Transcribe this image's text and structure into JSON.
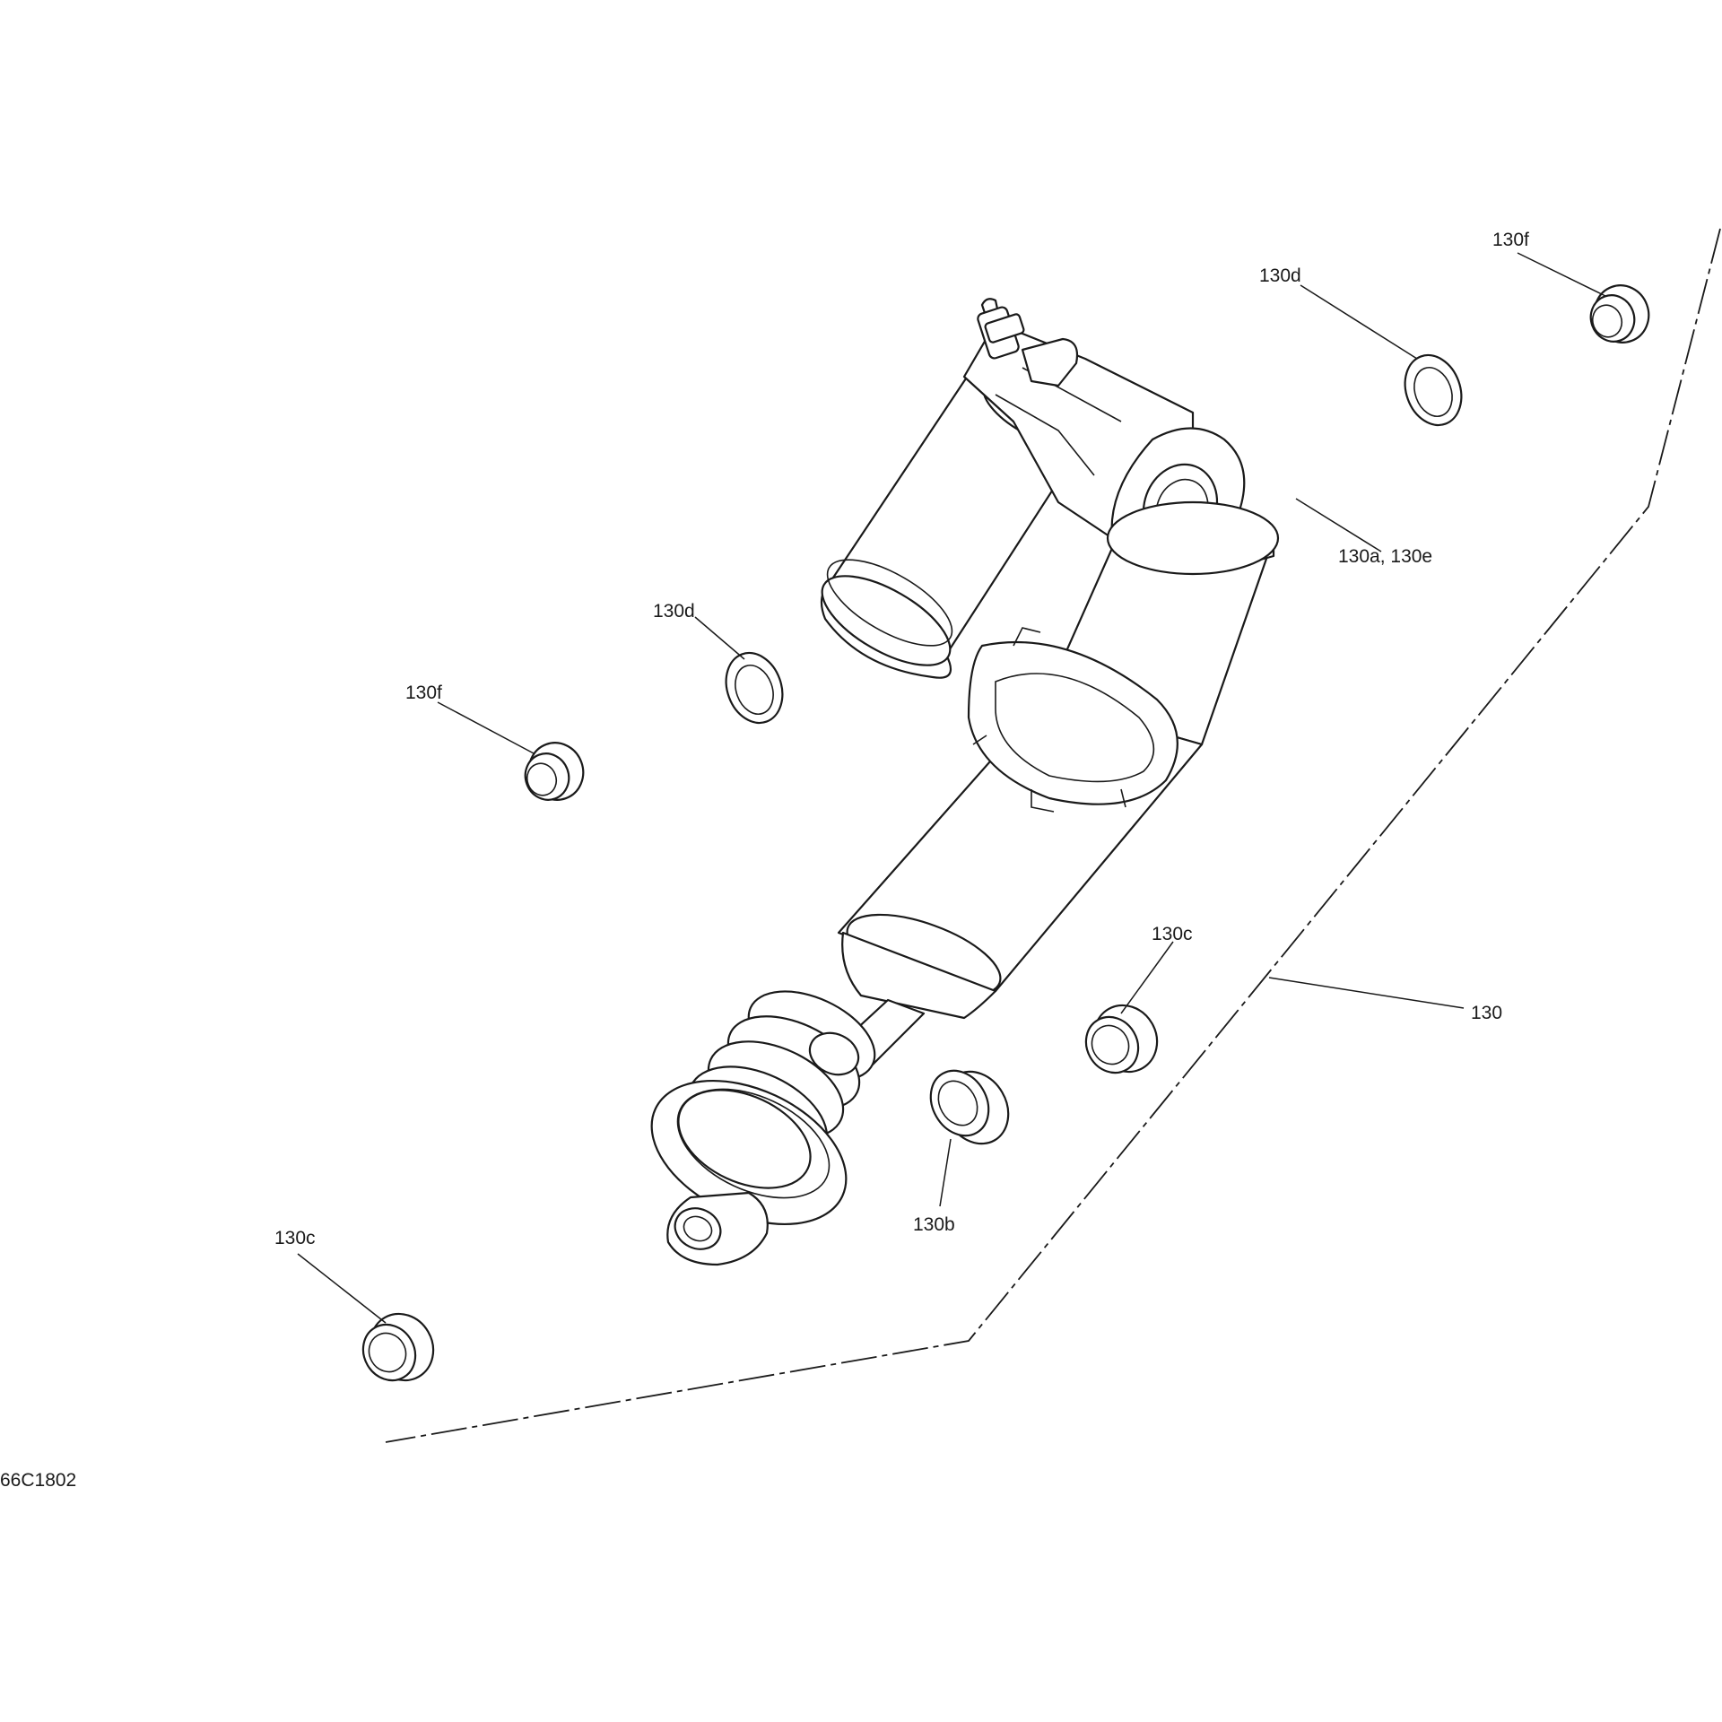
{
  "drawing_number": "66C1802",
  "callouts": [
    {
      "id": "c130f_top",
      "text": "130f"
    },
    {
      "id": "c130d_top",
      "text": "130d"
    },
    {
      "id": "c130a_130e",
      "text": "130a, 130e"
    },
    {
      "id": "c130d_left",
      "text": "130d"
    },
    {
      "id": "c130f_left",
      "text": "130f"
    },
    {
      "id": "c130c_right",
      "text": "130c"
    },
    {
      "id": "c130",
      "text": "130"
    },
    {
      "id": "c130b",
      "text": "130b"
    },
    {
      "id": "c130c_left",
      "text": "130c"
    }
  ],
  "colors": {
    "line": "#1a1a1a",
    "background": "#ffffff"
  }
}
